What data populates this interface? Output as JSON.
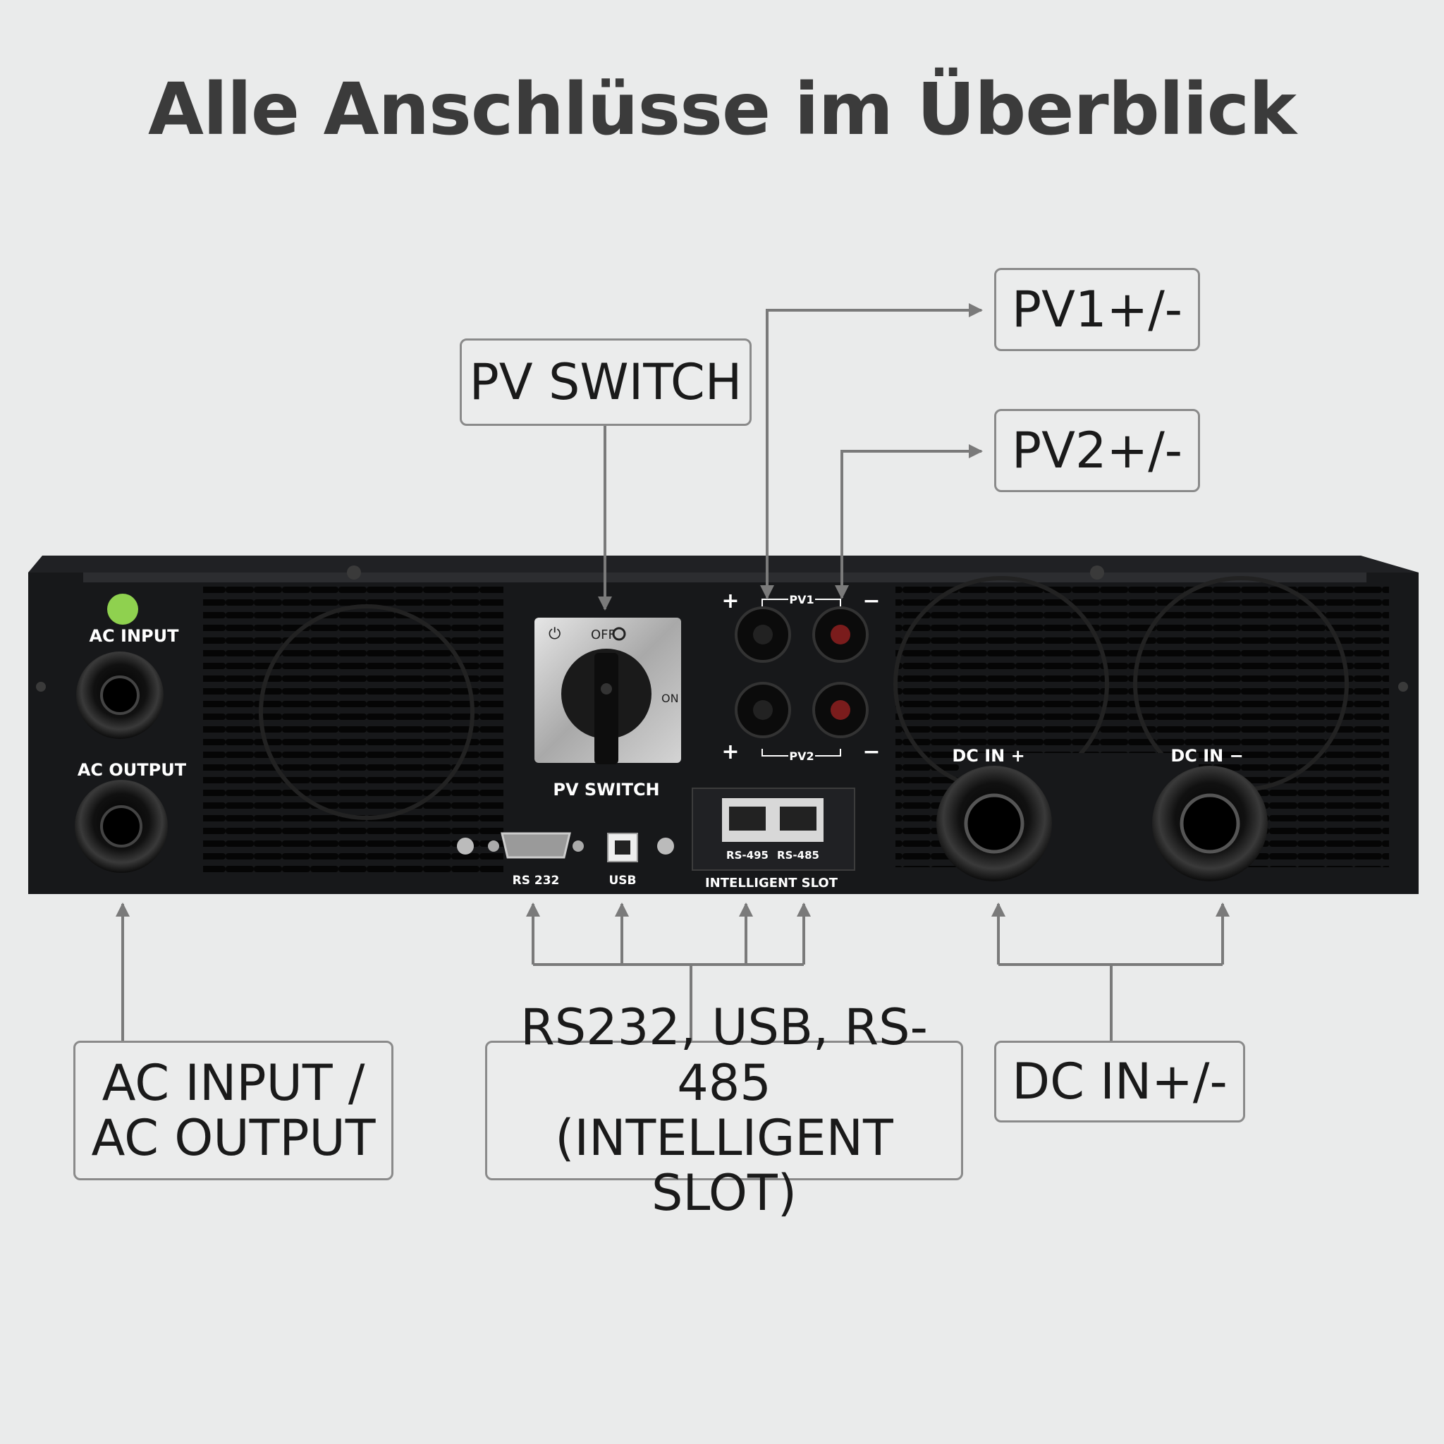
{
  "title": "Alle Anschlüsse im Überblick",
  "callouts": {
    "pv_switch": "PV SWITCH",
    "pv1": "PV1+/-",
    "pv2": "PV2+/-",
    "ac_line1": "AC INPUT /",
    "ac_line2": "AC OUTPUT",
    "comm_line1": "RS232, USB, RS-485",
    "comm_line2": "(INTELLIGENT SLOT)",
    "dc": "DC IN+/-"
  },
  "panel": {
    "ac_input": "AC INPUT",
    "ac_output": "AC OUTPUT",
    "pv_switch": "PV SWITCH",
    "switch_off": "OFF",
    "switch_on": "ON",
    "pv1": "PV1",
    "pv2": "PV2",
    "plus": "+",
    "minus": "−",
    "dc_in_plus": "DC IN +",
    "dc_in_minus": "DC IN −",
    "rs232": "RS 232",
    "usb": "USB",
    "rs495": "RS-495",
    "rs485": "RS-485",
    "intelligent_slot": "INTELLIGENT SLOT"
  },
  "colors": {
    "background": "#eaebeb",
    "panel": "#17181a",
    "leader_line": "#7a7a7a",
    "callout_border": "#8a8a8a",
    "cert_badge": "#8fd14f"
  }
}
